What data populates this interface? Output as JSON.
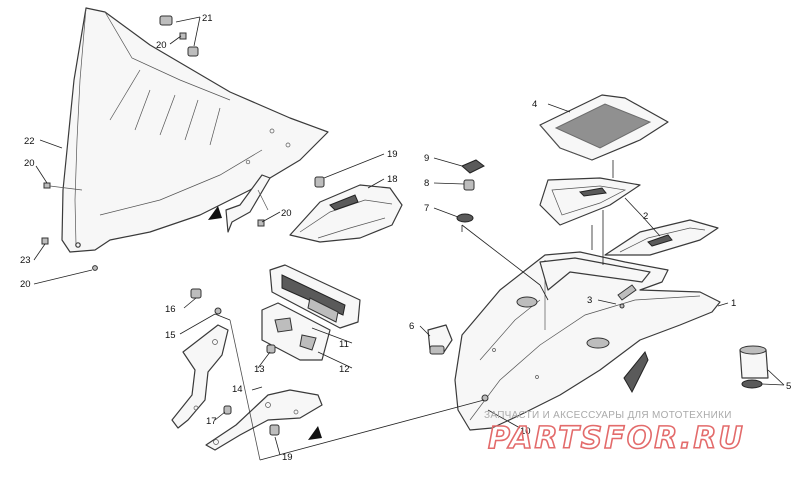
{
  "callouts": {
    "c1": "1",
    "c2": "2",
    "c3": "3",
    "c4": "4",
    "c5": "5",
    "c6": "6",
    "c7": "7",
    "c8": "8",
    "c9": "9",
    "c10": "10",
    "c11": "11",
    "c12": "12",
    "c13": "13",
    "c14": "14",
    "c15": "15",
    "c16": "16",
    "c17": "17",
    "c18": "18",
    "c19a": "19",
    "c19b": "19",
    "c20a": "20",
    "c20b": "20",
    "c20c": "20",
    "c20d": "20",
    "c21": "21",
    "c22": "22",
    "c23": "23"
  },
  "watermark": {
    "tagline": "ЗАПЧАСТИ И АКСЕССУАРЫ ДЛЯ МОТОТЕХНИКИ",
    "brand": "PARTSFOR.RU"
  }
}
